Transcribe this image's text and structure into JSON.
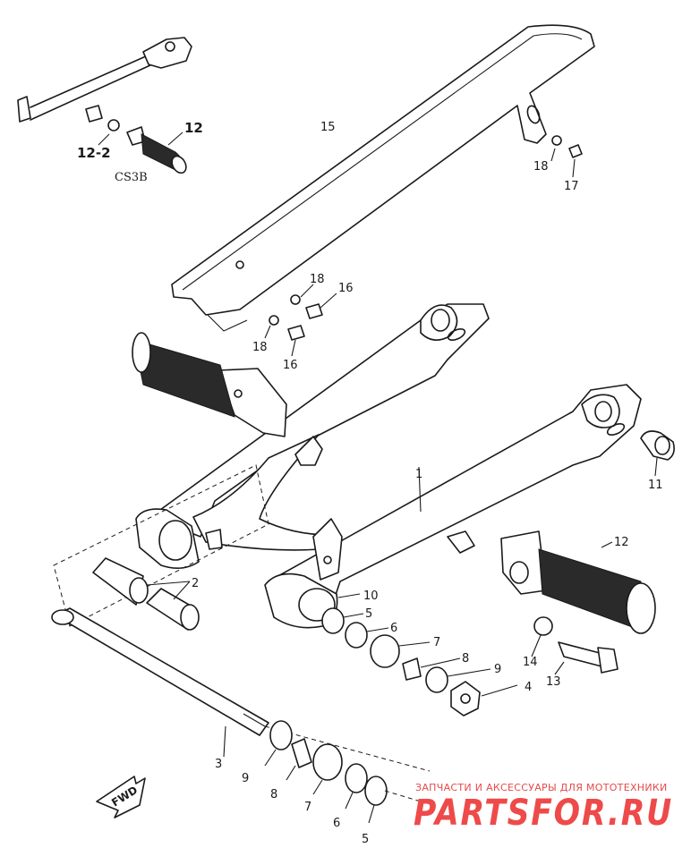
{
  "model_label": "CS3B",
  "fwd_label": "FWD",
  "watermark": {
    "caption": "ЗАПЧАСТИ И АКСЕССУАРЫ ДЛЯ МОТОТЕХНИКИ",
    "brand": "PARTSFOR.RU",
    "color": "#e34b4b"
  },
  "callouts": {
    "c1": "1",
    "c2": "2",
    "c3": "3",
    "c4": "4",
    "c5a": "5",
    "c5b": "5",
    "c6a": "6",
    "c6b": "6",
    "c7a": "7",
    "c7b": "7",
    "c8a": "8",
    "c8b": "8",
    "c9a": "9",
    "c9b": "9",
    "c10": "10",
    "c11": "11",
    "c12": "12",
    "c12_inset": "12",
    "c12_2": "12-2",
    "c13": "13",
    "c14": "14",
    "c15": "15",
    "c16a": "16",
    "c16b": "16",
    "c17": "17",
    "c18a": "18",
    "c18b": "18",
    "c18c": "18"
  }
}
